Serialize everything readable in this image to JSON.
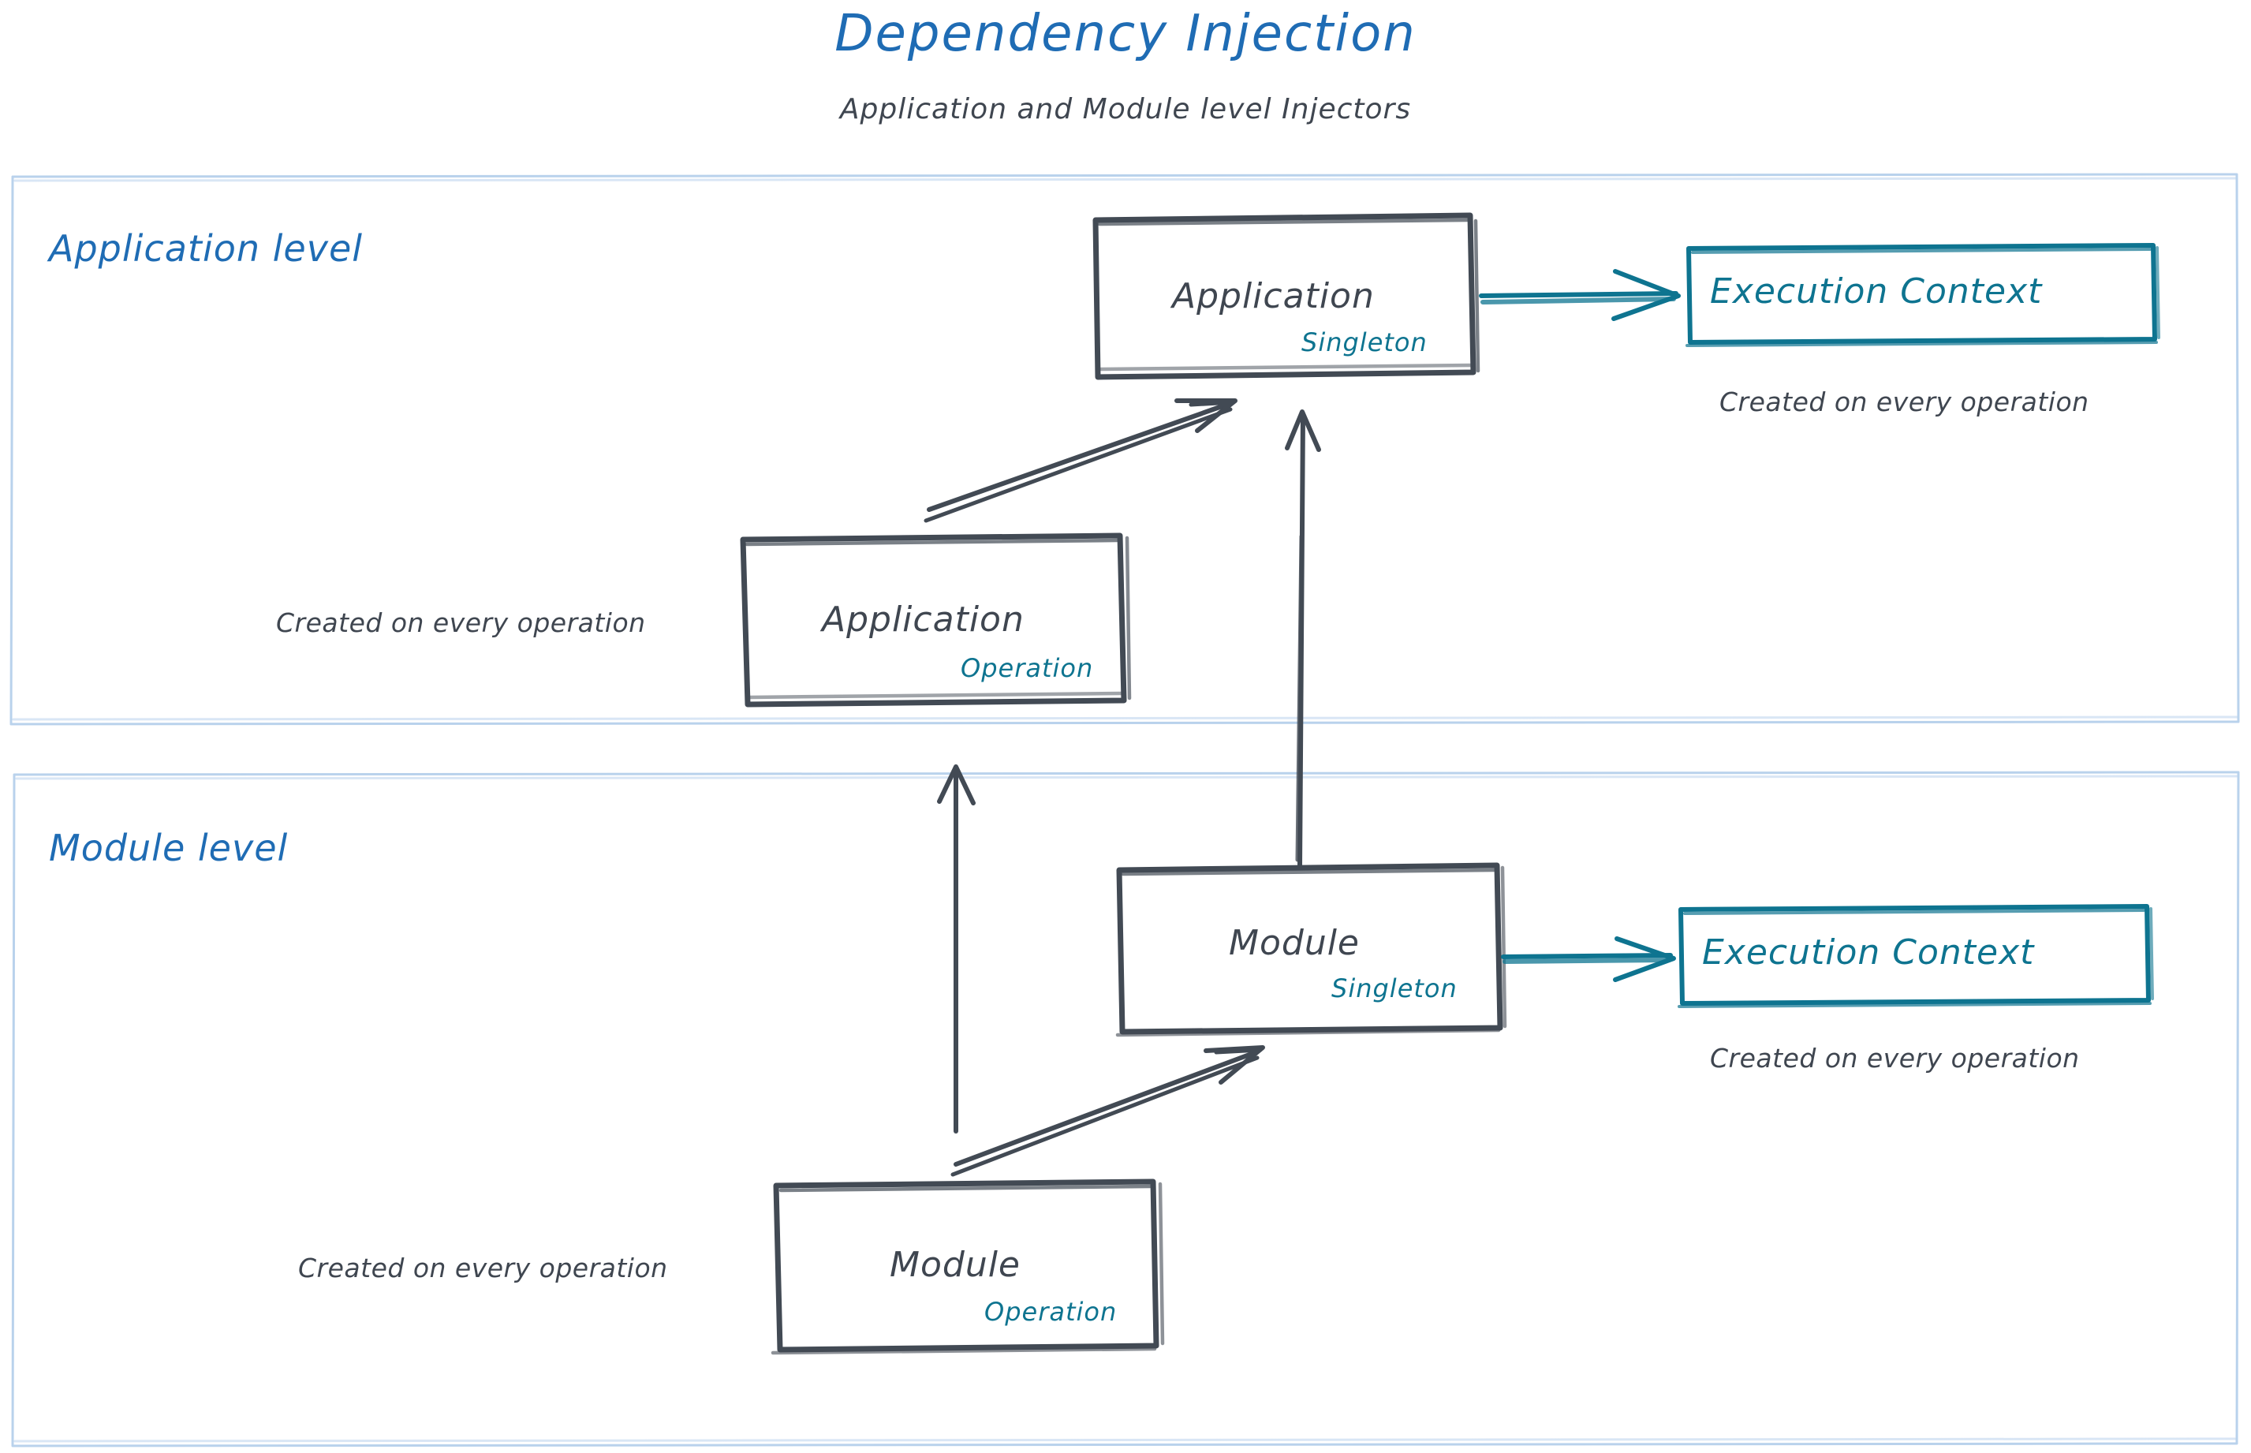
{
  "header": {
    "title": "Dependency Injection",
    "subtitle": "Application and Module level Injectors"
  },
  "colors": {
    "title_blue": "#1f6cb4",
    "panel_border": "#b9d2ec",
    "node_stroke": "#424a54",
    "node_text": "#3f4650",
    "accent_teal": "#0e7490",
    "background": "#ffffff"
  },
  "panels": [
    {
      "id": "application-level",
      "label": "Application level"
    },
    {
      "id": "module-level",
      "label": "Module level"
    }
  ],
  "nodes": {
    "application_singleton": {
      "title": "Application",
      "scope": "Singleton"
    },
    "application_operation": {
      "title": "Application",
      "scope": "Operation"
    },
    "module_singleton": {
      "title": "Module",
      "scope": "Singleton"
    },
    "module_operation": {
      "title": "Module",
      "scope": "Operation"
    },
    "execution_context_app": {
      "title": "Execution Context"
    },
    "execution_context_module": {
      "title": "Execution Context"
    }
  },
  "captions": {
    "exec_ctx_app": "Created on every operation",
    "exec_ctx_module": "Created on every operation",
    "application_operation": "Created on every operation",
    "module_operation": "Created on every operation"
  },
  "edges": [
    {
      "id": "app-op-to-app-singleton",
      "from": "application_operation",
      "to": "application_singleton",
      "style": "sketchy-double-line",
      "color": "#424a54"
    },
    {
      "id": "app-singleton-to-exec-ctx",
      "from": "application_singleton",
      "to": "execution_context_app",
      "style": "straight",
      "color": "#0e7490"
    },
    {
      "id": "module-singleton-to-app-singleton",
      "from": "module_singleton",
      "to": "application_singleton",
      "style": "straight",
      "color": "#424a54"
    },
    {
      "id": "module-op-to-app-op",
      "from": "module_operation",
      "to": "application_operation",
      "style": "straight",
      "color": "#424a54"
    },
    {
      "id": "module-op-to-module-singleton",
      "from": "module_operation",
      "to": "module_singleton",
      "style": "sketchy-double-line",
      "color": "#424a54"
    },
    {
      "id": "module-singleton-to-exec-ctx",
      "from": "module_singleton",
      "to": "execution_context_module",
      "style": "straight",
      "color": "#0e7490"
    }
  ]
}
